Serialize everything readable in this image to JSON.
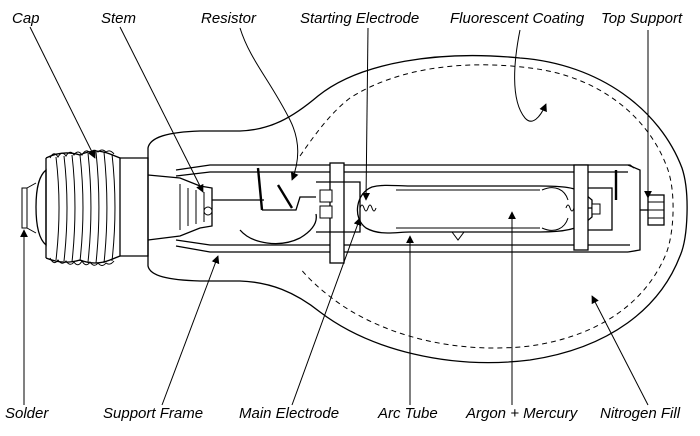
{
  "labels": {
    "cap": "Cap",
    "stem": "Stem",
    "resistor": "Resistor",
    "starting_electrode": "Starting Electrode",
    "fluorescent_coating": "Fluorescent Coating",
    "top_support": "Top Support",
    "solder": "Solder",
    "support_frame": "Support Frame",
    "main_electrode": "Main Electrode",
    "arc_tube": "Arc Tube",
    "argon_mercury": "Argon + Mercury",
    "nitrogen_fill": "Nitrogen Fill"
  },
  "colors": {
    "line": "#000000",
    "background": "#ffffff"
  }
}
